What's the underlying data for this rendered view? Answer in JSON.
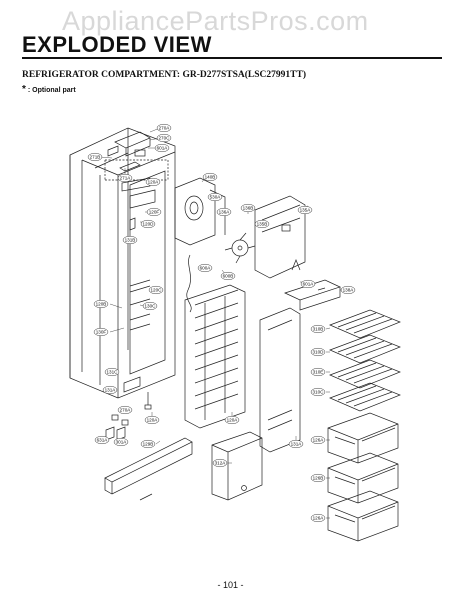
{
  "watermark": "AppliancePartsPros.com",
  "title": "EXPLODED VIEW",
  "subtitle": "REFRIGERATOR COMPARTMENT: GR-D277STSA(LSC27991TT)",
  "note": {
    "symbol": "*",
    "text": " : Optional part"
  },
  "page_number": "- 101 -",
  "part_labels": [
    "270A",
    "270C",
    "601A",
    "271B",
    "271A",
    "120A",
    "120F",
    "120D",
    "120B",
    "140B",
    "530A",
    "600A",
    "136A",
    "136B",
    "135A",
    "135B",
    "120C",
    "601A",
    "600B",
    "138A",
    "130C",
    "130F",
    "131B",
    "131A",
    "131C",
    "310B",
    "310D",
    "310E",
    "310C",
    "270A",
    "120A",
    "631A",
    "301A",
    "129B",
    "120A",
    "131A",
    "312A",
    "126A",
    "126B",
    "126A"
  ]
}
